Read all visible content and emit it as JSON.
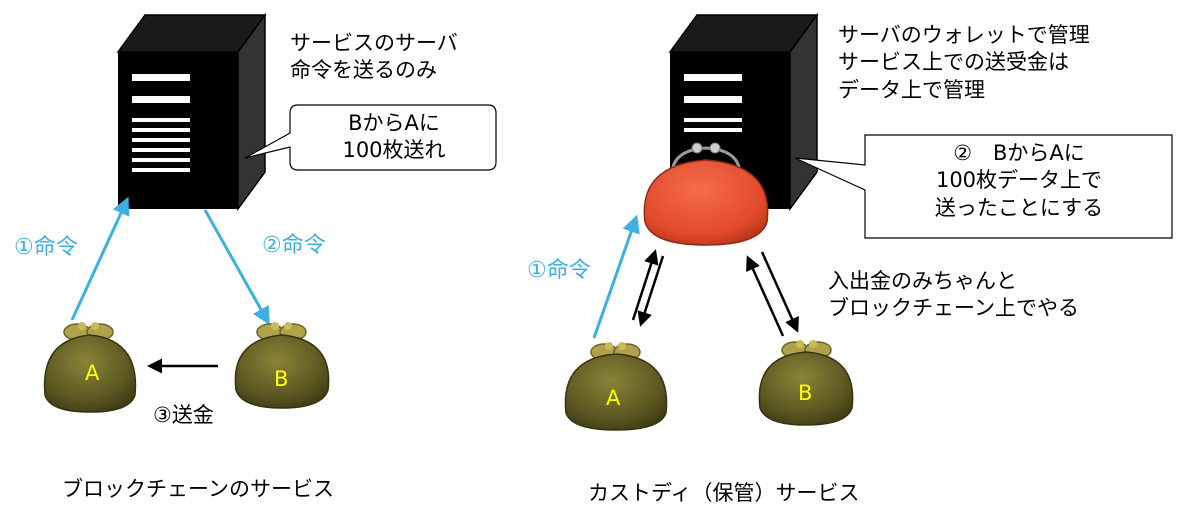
{
  "left": {
    "server_note": [
      "サービスのサーバ",
      "命令を送るのみ"
    ],
    "callout": [
      "BからAに",
      "100枚送れ"
    ],
    "step1": "①命令",
    "step2": "②命令",
    "step3": "③送金",
    "wallet_a": "A",
    "wallet_b": "B",
    "caption": "ブロックチェーンのサービス"
  },
  "right": {
    "server_note": [
      "サーバのウォレットで管理",
      "サービス上での送受金は",
      "データ上で管理"
    ],
    "callout": [
      "②　BからAに",
      "100枚データ上で",
      "送ったことにする"
    ],
    "step1": "①命令",
    "onchain_note": [
      "入出金のみちゃんと",
      "ブロックチェーン上でやる"
    ],
    "wallet_a": "A",
    "wallet_b": "B",
    "caption": "カストディ（保管）サービス"
  },
  "colors": {
    "blue_arrow": "#3cb0e0",
    "wallet_olive": "#5b5722",
    "wallet_clasp": "#b0a24a",
    "server_wallet_red": "#e85535",
    "wallet_label": "#ffff00"
  }
}
